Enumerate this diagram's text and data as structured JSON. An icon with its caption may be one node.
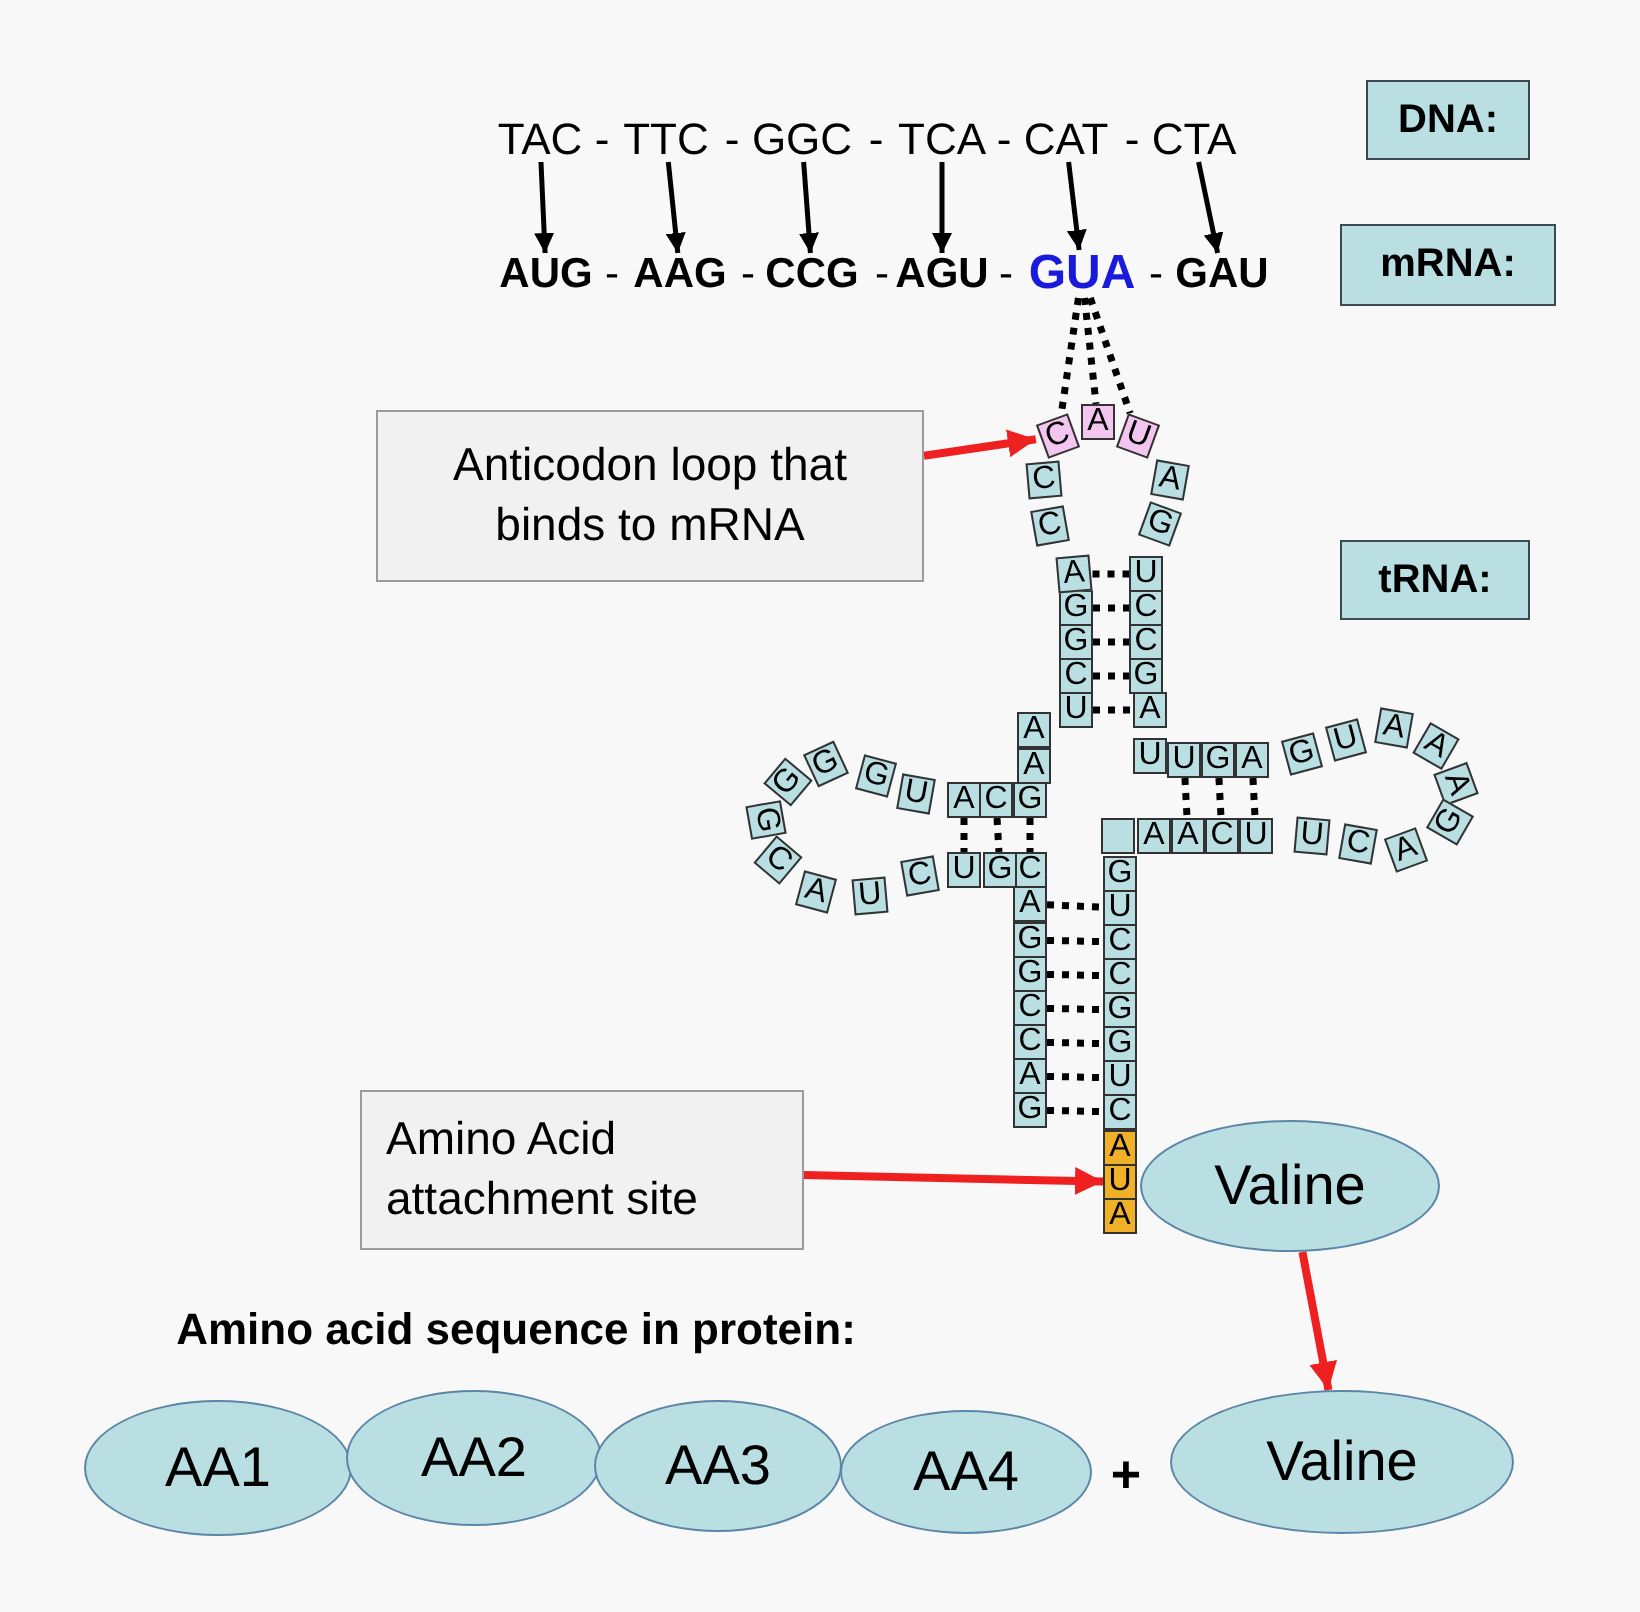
{
  "diagram": {
    "nodes": [
      {
        "text": [
          "TAC"
        ]
      },
      {
        "text": [
          "TTC"
        ]
      },
      {
        "text": [
          "GGC"
        ]
      },
      {
        "text": [
          "TCA"
        ]
      },
      {
        "text": [
          "CAT"
        ]
      },
      {
        "text": [
          "CTA"
        ]
      },
      {
        "text": [
          "DNA:"
        ]
      },
      {
        "text": [
          "AUG"
        ]
      },
      {
        "text": [
          "AAG"
        ]
      },
      {
        "text": [
          "CCG"
        ]
      },
      {
        "text": [
          "AGU"
        ]
      },
      {
        "text": [
          "GUA"
        ]
      },
      {
        "text": [
          "GAU"
        ]
      },
      {
        "text": [
          "mRNA:"
        ]
      },
      {
        "text": [
          "Anticodon loop that binds to mRNA"
        ]
      },
      {
        "text": [
          "tRNA:"
        ]
      },
      {
        "text": [
          "Amino Acid attachment site"
        ]
      },
      {
        "text": [
          "Valine"
        ]
      },
      {
        "text": [
          "AA1"
        ]
      },
      {
        "text": [
          "AA2"
        ]
      },
      {
        "text": [
          "AA3"
        ]
      },
      {
        "text": [
          "AA4"
        ]
      },
      {
        "text": [
          "Valine"
        ]
      },
      {
        "text": [
          "G"
        ]
      },
      {
        "text": [
          "A"
        ]
      },
      {
        "text": [
          "C"
        ]
      },
      {
        "text": [
          "C"
        ]
      },
      {
        "text": [
          "G"
        ]
      },
      {
        "text": [
          "G"
        ]
      },
      {
        "text": [
          "A"
        ]
      },
      {
        "text": [
          "C"
        ]
      },
      {
        "text": [
          "G"
        ]
      },
      {
        "text": [
          "U"
        ]
      },
      {
        "text": [
          "C"
        ]
      },
      {
        "text": [
          "U"
        ]
      },
      {
        "text": [
          "A"
        ]
      },
      {
        "text": [
          "C"
        ]
      },
      {
        "text": [
          "G"
        ]
      },
      {
        "text": [
          "G"
        ]
      },
      {
        "text": [
          "G"
        ]
      },
      {
        "text": [
          "G"
        ]
      },
      {
        "text": [
          "U"
        ]
      },
      {
        "text": [
          "A"
        ]
      },
      {
        "text": [
          "C"
        ]
      },
      {
        "text": [
          "G"
        ]
      },
      {
        "text": [
          "A"
        ]
      },
      {
        "text": [
          "A"
        ]
      },
      {
        "text": [
          "U"
        ]
      },
      {
        "text": [
          "C"
        ]
      },
      {
        "text": [
          "G"
        ]
      },
      {
        "text": [
          "G"
        ]
      },
      {
        "text": [
          "A"
        ]
      },
      {
        "text": [
          "C"
        ]
      },
      {
        "text": [
          "C"
        ]
      },
      {
        "text": [
          "C"
        ]
      },
      {
        "text": [
          "A"
        ]
      },
      {
        "text": [
          "U"
        ]
      },
      {
        "text": [
          "A"
        ]
      },
      {
        "text": [
          "G"
        ]
      },
      {
        "text": [
          "U"
        ]
      },
      {
        "text": [
          "C"
        ]
      },
      {
        "text": [
          "C"
        ]
      },
      {
        "text": [
          "G"
        ]
      },
      {
        "text": [
          "A"
        ]
      },
      {
        "text": [
          "U"
        ]
      },
      {
        "text": [
          "U"
        ]
      },
      {
        "text": [
          "G"
        ]
      },
      {
        "text": [
          "A"
        ]
      },
      {
        "text": [
          "G"
        ]
      },
      {
        "text": [
          "U"
        ]
      },
      {
        "text": [
          "A"
        ]
      },
      {
        "text": [
          "A"
        ]
      },
      {
        "text": [
          "A"
        ]
      },
      {
        "text": [
          "G"
        ]
      },
      {
        "text": [
          "A"
        ]
      },
      {
        "text": [
          "C"
        ]
      },
      {
        "text": [
          "U"
        ]
      },
      {
        "text": [
          "U"
        ]
      },
      {
        "text": [
          "C"
        ]
      },
      {
        "text": [
          "A"
        ]
      },
      {
        "text": [
          "A"
        ]
      },
      {
        "text": [],
        "shape": "box"
      },
      {
        "text": [
          "G"
        ]
      },
      {
        "text": [
          "U"
        ]
      },
      {
        "text": [
          "C"
        ]
      },
      {
        "text": [
          "C"
        ]
      },
      {
        "text": [
          "G"
        ]
      },
      {
        "text": [
          "G"
        ]
      },
      {
        "text": [
          "U"
        ]
      },
      {
        "text": [
          "C"
        ]
      },
      {
        "text": [
          "A"
        ]
      },
      {
        "text": [
          "U"
        ]
      },
      {
        "text": [
          "A"
        ]
      }
    ],
    "edges": [
      {
        "from": 0,
        "to": 7,
        "arrow": "to"
      },
      {
        "from": 1,
        "to": 8,
        "arrow": "to"
      },
      {
        "from": 2,
        "to": 9,
        "arrow": "to"
      },
      {
        "from": 3,
        "to": 10,
        "arrow": "to"
      },
      {
        "from": 4,
        "to": 11,
        "arrow": "to"
      },
      {
        "from": 5,
        "to": 12,
        "arrow": "to"
      },
      {
        "from": 14,
        "to": 54,
        "arrow": "to",
        "color": "#ee2020"
      },
      {
        "from": 16,
        "to": 91,
        "arrow": "to",
        "color": "#ee2020"
      },
      {
        "from": 17,
        "to": 22,
        "arrow": "to",
        "color": "#ee2020"
      },
      {
        "from": 11,
        "to": 54,
        "arrow": "none",
        "style": "dashed"
      },
      {
        "from": 11,
        "to": 55,
        "arrow": "none",
        "style": "dashed"
      },
      {
        "from": 11,
        "to": 56,
        "arrow": "none",
        "style": "dashed"
      },
      {
        "from": 51,
        "to": 59,
        "arrow": "none",
        "style": "dashed"
      },
      {
        "from": 50,
        "to": 60,
        "arrow": "none",
        "style": "dashed"
      },
      {
        "from": 49,
        "to": 61,
        "arrow": "none",
        "style": "dashed"
      },
      {
        "from": 48,
        "to": 62,
        "arrow": "none",
        "style": "dashed"
      },
      {
        "from": 47,
        "to": 63,
        "arrow": "none",
        "style": "dashed"
      },
      {
        "from": 42,
        "to": 32,
        "arrow": "none",
        "style": "dashed"
      },
      {
        "from": 43,
        "to": 31,
        "arrow": "none",
        "style": "dashed"
      },
      {
        "from": 44,
        "to": 30,
        "arrow": "none",
        "style": "dashed"
      },
      {
        "from": 65,
        "to": 79,
        "arrow": "none",
        "style": "dashed"
      },
      {
        "from": 66,
        "to": 78,
        "arrow": "none",
        "style": "dashed"
      },
      {
        "from": 67,
        "to": 77,
        "arrow": "none",
        "style": "dashed"
      },
      {
        "from": 29,
        "to": 83,
        "arrow": "none",
        "style": "dashed"
      },
      {
        "from": 28,
        "to": 84,
        "arrow": "none",
        "style": "dashed"
      },
      {
        "from": 27,
        "to": 85,
        "arrow": "none",
        "style": "dashed"
      },
      {
        "from": 26,
        "to": 86,
        "arrow": "none",
        "style": "dashed"
      },
      {
        "from": 25,
        "to": 87,
        "arrow": "none",
        "style": "dashed"
      },
      {
        "from": 24,
        "to": 88,
        "arrow": "none",
        "style": "dashed"
      },
      {
        "from": 23,
        "to": 89,
        "arrow": "none",
        "style": "dashed"
      }
    ],
    "labels": [
      "-",
      "-",
      "-",
      "-",
      "-",
      "-",
      "-",
      "-",
      "-",
      "-",
      "Amino acid sequence in protein:",
      "+"
    ]
  }
}
